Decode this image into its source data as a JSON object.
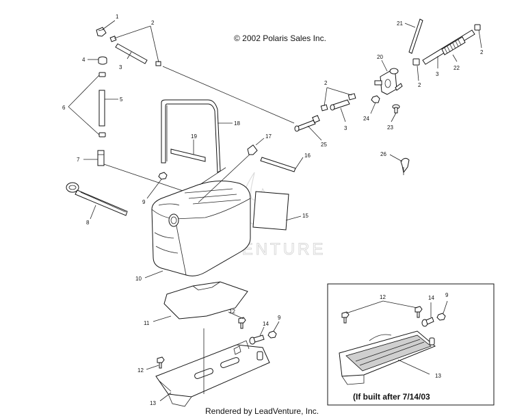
{
  "copyright": "© 2002 Polaris Sales Inc.",
  "watermark": "LEADVENTURE",
  "inset": {
    "caption": "(If built after 7/14/03"
  },
  "footer": "Rendered by LeadVenture, Inc.",
  "callouts": [
    "1",
    "2",
    "3",
    "4",
    "5",
    "6",
    "7",
    "8",
    "9",
    "10",
    "11",
    "12",
    "13",
    "14",
    "15",
    "16",
    "17",
    "18",
    "19",
    "20",
    "21",
    "22",
    "23",
    "24",
    "25",
    "26"
  ],
  "inset_callouts": [
    "12",
    "14",
    "9",
    "13"
  ]
}
